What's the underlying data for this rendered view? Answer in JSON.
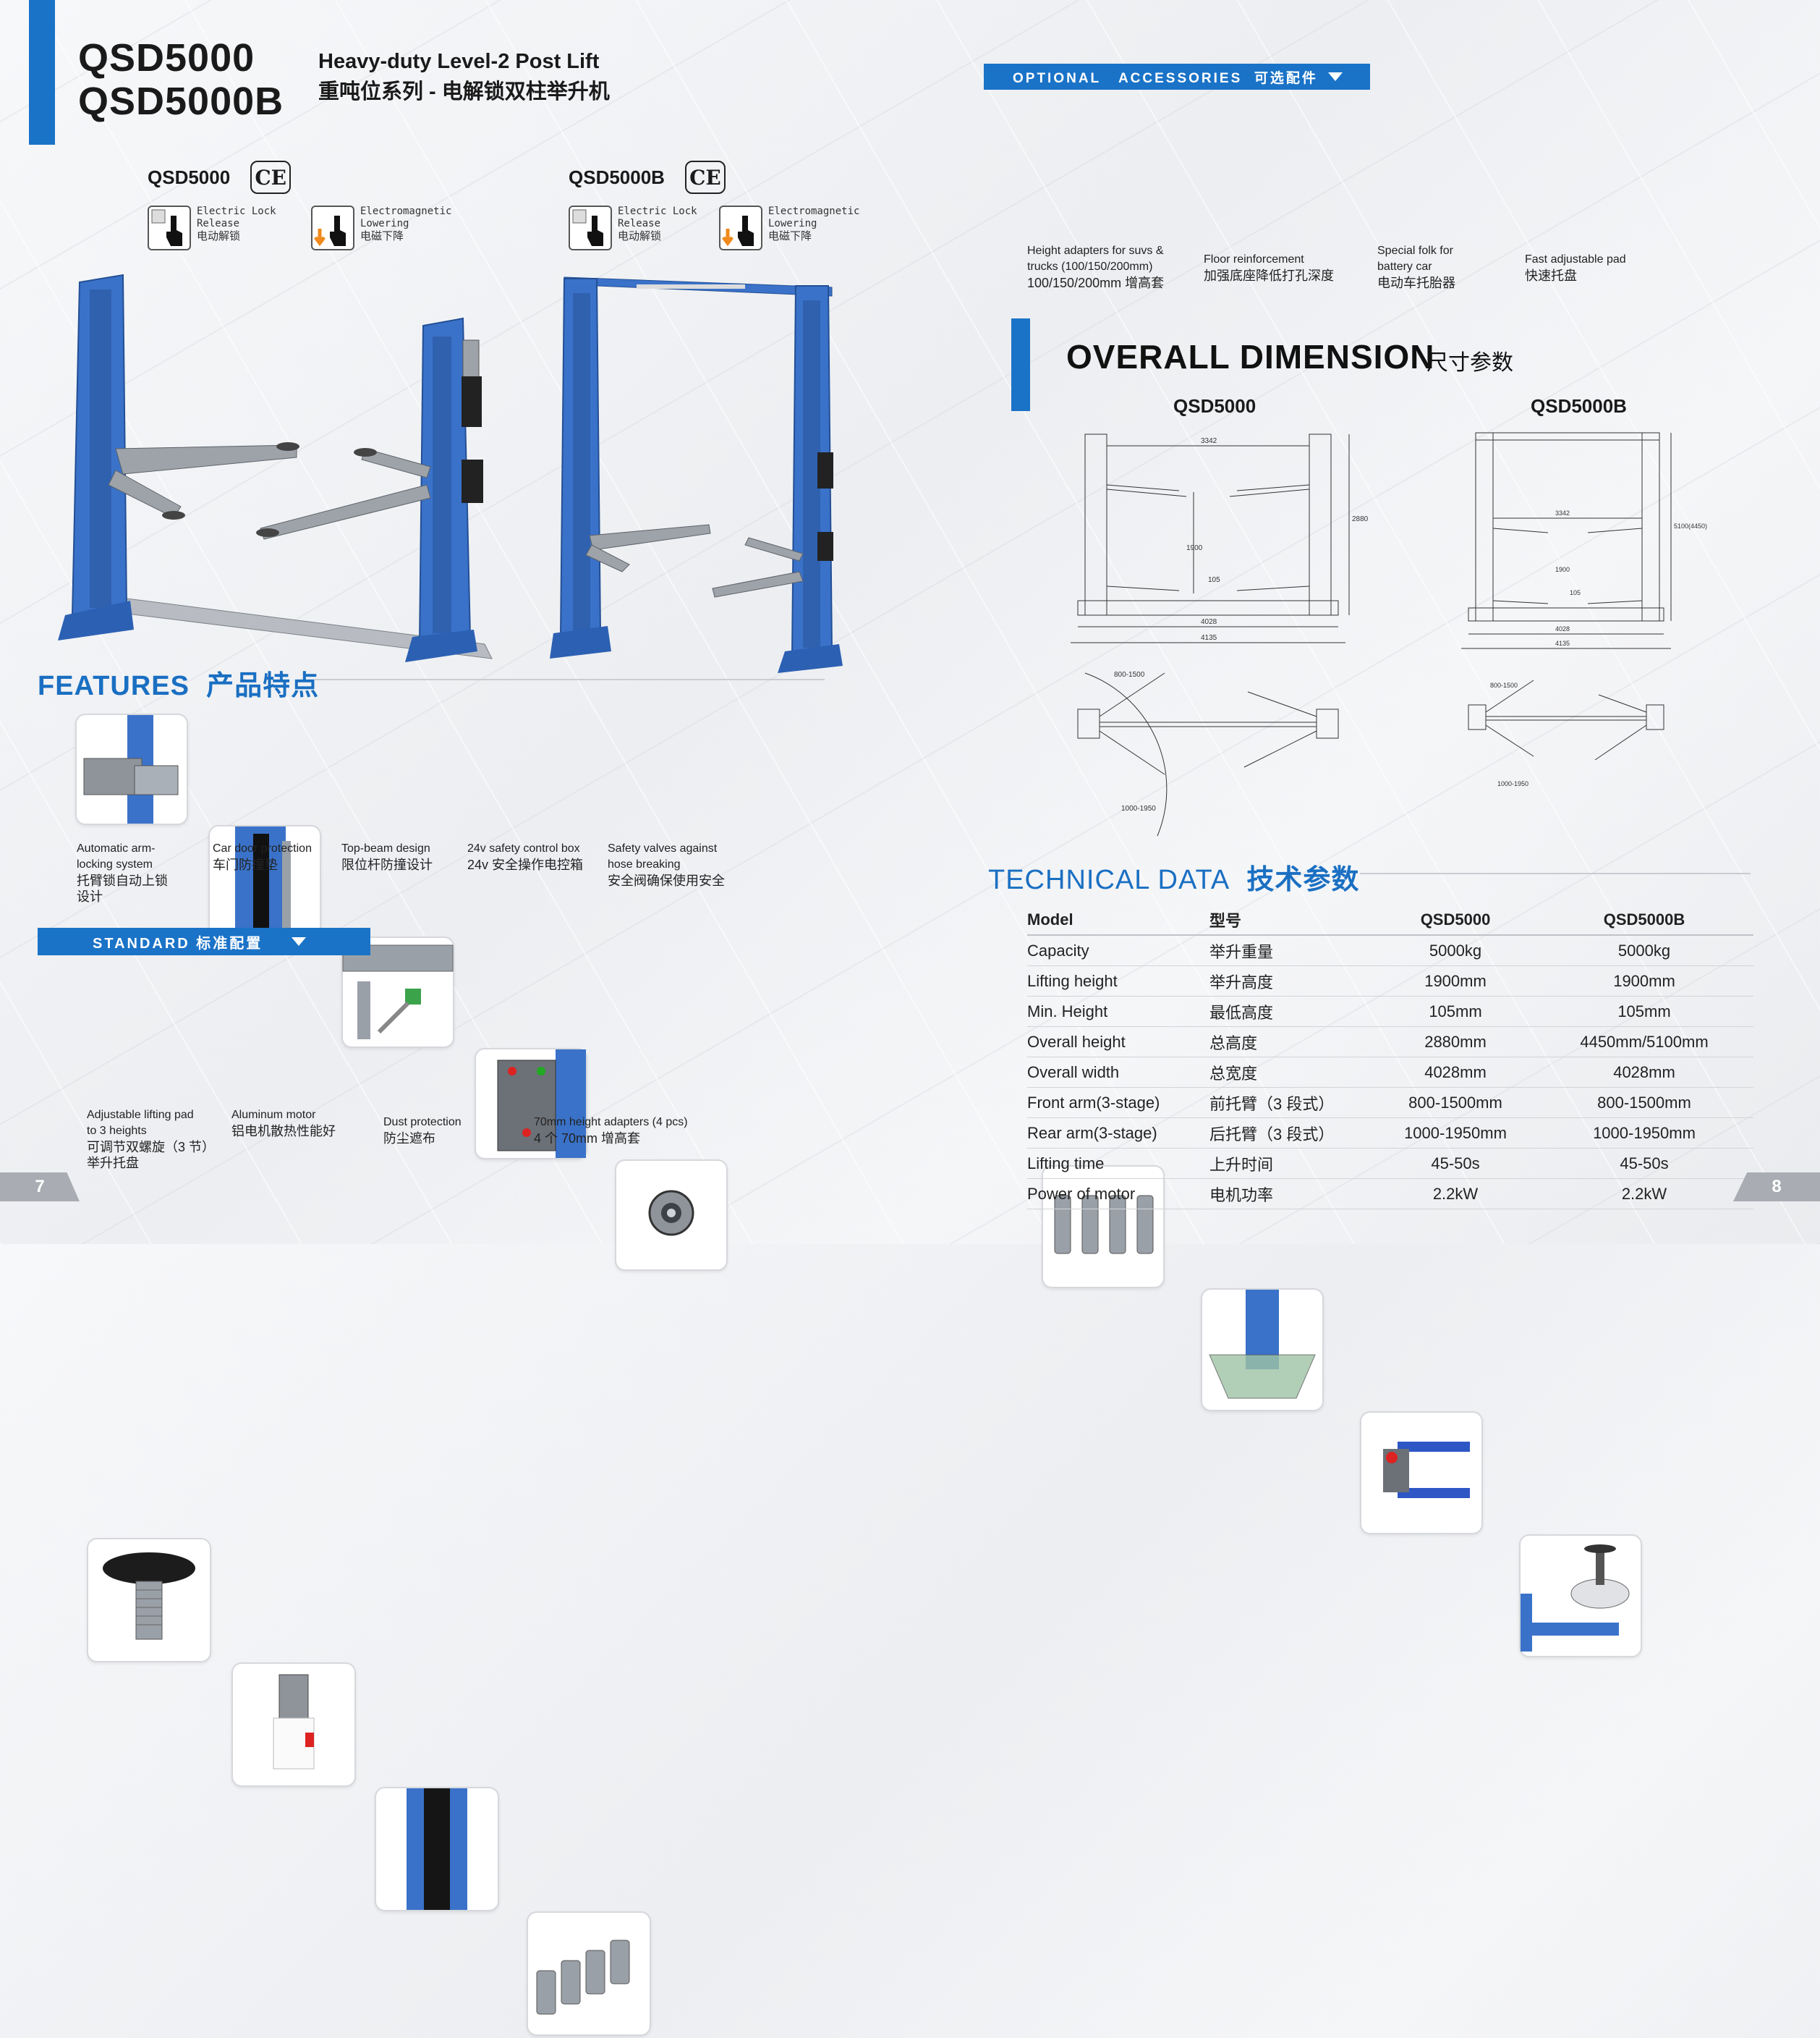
{
  "header": {
    "model_a": "QSD5000",
    "model_b": "QSD5000B",
    "subtitle_en": "Heavy-duty Level-2 Post Lift",
    "subtitle_cn": "重吨位系列 - 电解锁双柱举升机"
  },
  "products": [
    {
      "model": "QSD5000",
      "ce": "CE",
      "features": [
        {
          "en1": "Electric Lock",
          "en2": "Release",
          "cn": "电动解锁",
          "icon": "hand-lock-icon"
        },
        {
          "en1": "Electromagnetic",
          "en2": "Lowering",
          "cn": "电磁下降",
          "icon": "hand-lower-icon"
        }
      ]
    },
    {
      "model": "QSD5000B",
      "ce": "CE",
      "features": [
        {
          "en1": "Electric Lock",
          "en2": "Release",
          "cn": "电动解锁",
          "icon": "hand-lock-icon"
        },
        {
          "en1": "Electromagnetic",
          "en2": "Lowering",
          "cn": "电磁下降",
          "icon": "hand-lower-icon"
        }
      ]
    }
  ],
  "features_section": {
    "title_en": "FEATURES",
    "title_cn": "产品特点",
    "items": [
      {
        "en": [
          "Automatic arm-",
          "locking system"
        ],
        "cn": [
          "托臂锁自动上锁",
          "设计"
        ]
      },
      {
        "en": [
          "Car door protection"
        ],
        "cn": [
          "车门防撞垫"
        ]
      },
      {
        "en": [
          "Top-beam design"
        ],
        "cn": [
          "限位杆防撞设计"
        ]
      },
      {
        "en": [
          "24v safety control box"
        ],
        "cn": [
          "24v 安全操作电控箱"
        ]
      },
      {
        "en": [
          "Safety valves against",
          "hose breaking"
        ],
        "cn": [
          "安全阀确保使用安全"
        ]
      }
    ]
  },
  "standard": {
    "label": "STANDARD  标准配置",
    "items": [
      {
        "en": [
          "Adjustable lifting pad",
          "to 3 heights"
        ],
        "cn": [
          "可调节双螺旋（3 节）",
          "举升托盘"
        ]
      },
      {
        "en": [
          "Aluminum motor"
        ],
        "cn": [
          "铝电机散热性能好"
        ]
      },
      {
        "en": [
          "Dust protection"
        ],
        "cn": [
          "防尘遮布"
        ]
      },
      {
        "en": [
          "70mm height adapters (4 pcs)"
        ],
        "cn": [
          "4 个 70mm 增高套"
        ]
      }
    ]
  },
  "optional": {
    "label": "OPTIONAL   ACCESSORIES  可选配件",
    "items": [
      {
        "en": [
          "Height adapters for suvs &",
          "trucks  (100/150/200mm)"
        ],
        "cn": [
          "100/150/200mm 增高套"
        ]
      },
      {
        "en": [
          "Floor reinforcement"
        ],
        "cn": [
          "加强底座降低打孔深度"
        ]
      },
      {
        "en": [
          "Special folk for",
          "battery car"
        ],
        "cn": [
          "电动车托胎器"
        ]
      },
      {
        "en": [
          "Fast adjustable pad"
        ],
        "cn": [
          "快速托盘"
        ]
      }
    ]
  },
  "dimension": {
    "title_en": "OVERALL DIMENSION",
    "title_cn": "尺寸参数",
    "model_a": "QSD5000",
    "model_b": "QSD5000B",
    "a_labels": {
      "top": "3342",
      "height": "2880",
      "lift": "1900",
      "min": "105",
      "inner": "4028",
      "outer": "4135",
      "front": "800-1500",
      "rear": "1000-1950"
    },
    "b_labels": {
      "top": "3342",
      "height": "5100(4450)",
      "lift": "1900",
      "min": "105",
      "inner": "4028",
      "outer": "4135",
      "front": "800-1500",
      "rear": "1000-1950"
    }
  },
  "technical": {
    "title_en": "TECHNICAL DATA",
    "title_cn": "技术参数",
    "header": [
      "Model",
      "型号",
      "QSD5000",
      "QSD5000B"
    ],
    "rows": [
      [
        "Capacity",
        "举升重量",
        "5000kg",
        "5000kg"
      ],
      [
        "Lifting height",
        "举升高度",
        "1900mm",
        "1900mm"
      ],
      [
        "Min. Height",
        "最低高度",
        "105mm",
        "105mm"
      ],
      [
        "Overall height",
        "总高度",
        "2880mm",
        "4450mm/5100mm"
      ],
      [
        "Overall width",
        "总宽度",
        "4028mm",
        "4028mm"
      ],
      [
        "Front arm(3-stage)",
        "前托臂（3 段式）",
        "800-1500mm",
        "800-1500mm"
      ],
      [
        "Rear arm(3-stage)",
        "后托臂（3 段式）",
        "1000-1950mm",
        "1000-1950mm"
      ],
      [
        "Lifting time",
        "上升时间",
        "45-50s",
        "45-50s"
      ],
      [
        "Power of motor",
        "电机功率",
        "2.2kW",
        "2.2kW"
      ]
    ]
  },
  "pages": {
    "left": "7",
    "right": "8"
  },
  "colors": {
    "brand_blue": "#1a73c7",
    "lift_blue": "#3a72c9",
    "lift_dark": "#234f95",
    "gray": "#9aa0a8"
  }
}
